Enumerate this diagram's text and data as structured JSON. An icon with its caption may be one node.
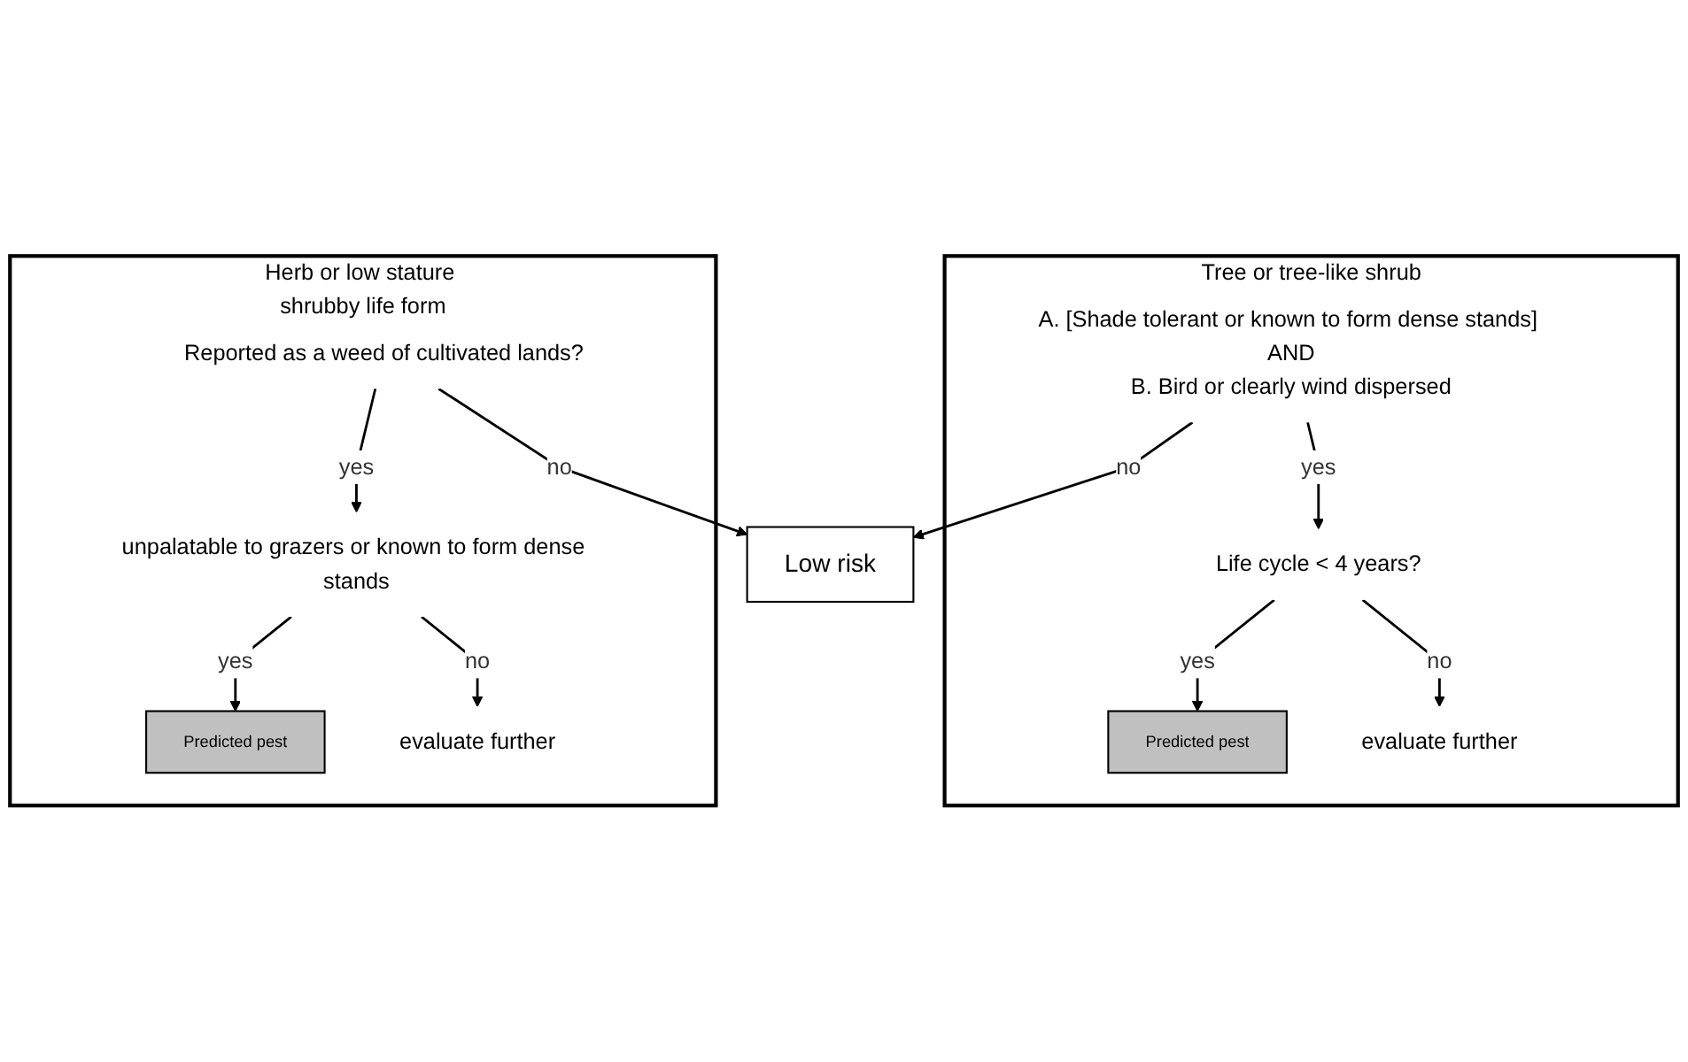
{
  "diagram": {
    "nodes": [
      {
        "text": [
          "Tree or tree-like shrub"
        ]
      },
      {
        "text": [
          "A. [Shade tolerant or known to form dense stands] AND",
          "B. Bird or clearly wind dispersed"
        ],
        "in": 0
      },
      {
        "text": [
          "Low risk"
        ]
      },
      {
        "text": [
          "Life cycle < 4 years?"
        ],
        "in": 0
      },
      {
        "text": [
          "Predicted pest"
        ],
        "in": 0
      },
      {
        "text": [
          "evaluate further"
        ],
        "in": 0
      },
      {
        "text": [
          "Herb or low stature shrubby life form"
        ]
      },
      {
        "text": [
          "Reported as a weed of cultivated lands?"
        ],
        "in": 6
      },
      {
        "text": [
          "unpalatable to grazers or known to form dense stands"
        ],
        "in": 6
      },
      {
        "text": [
          "Predicted pest"
        ],
        "in": 6
      },
      {
        "text": [
          "evaluate further"
        ],
        "in": 6
      }
    ],
    "edges": [
      {
        "from": 1,
        "to": 3,
        "arrow": "to",
        "label": "yes"
      },
      {
        "from": 1,
        "to": 2,
        "arrow": "to",
        "label": "no"
      },
      {
        "from": 3,
        "to": 4,
        "arrow": "to",
        "label": "yes"
      },
      {
        "from": 3,
        "to": 5,
        "arrow": "to",
        "label": "no"
      },
      {
        "from": 7,
        "to": 2,
        "arrow": "to",
        "label": "no"
      },
      {
        "from": 7,
        "to": 8,
        "arrow": "to",
        "label": "yes"
      },
      {
        "from": 8,
        "to": 9,
        "arrow": "to",
        "label": "yes"
      },
      {
        "from": 8,
        "to": 10,
        "arrow": "to",
        "label": "no"
      }
    ]
  }
}
